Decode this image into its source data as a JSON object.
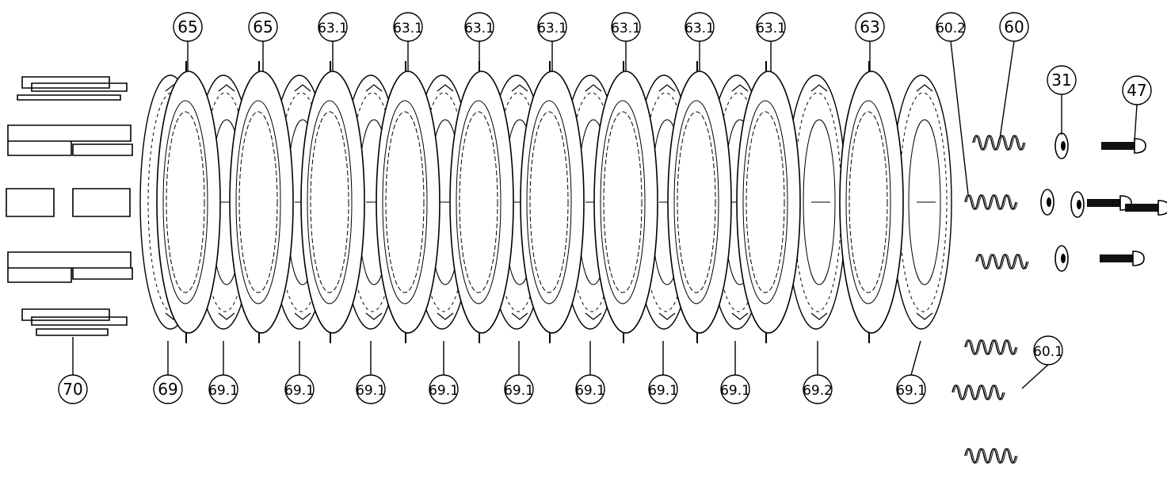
{
  "diagram": {
    "callouts_top": [
      "65",
      "65",
      "63.1",
      "63.1",
      "63.1",
      "63.1",
      "63.1",
      "63.1",
      "63.1",
      "63",
      "60.2",
      "60",
      "31",
      "47"
    ],
    "callouts_bottom": [
      "70",
      "69",
      "69.1",
      "69.1",
      "69.1",
      "69.1",
      "69.1",
      "69.1",
      "69.1",
      "69.1",
      "69.2",
      "69.1",
      "60.1"
    ]
  }
}
